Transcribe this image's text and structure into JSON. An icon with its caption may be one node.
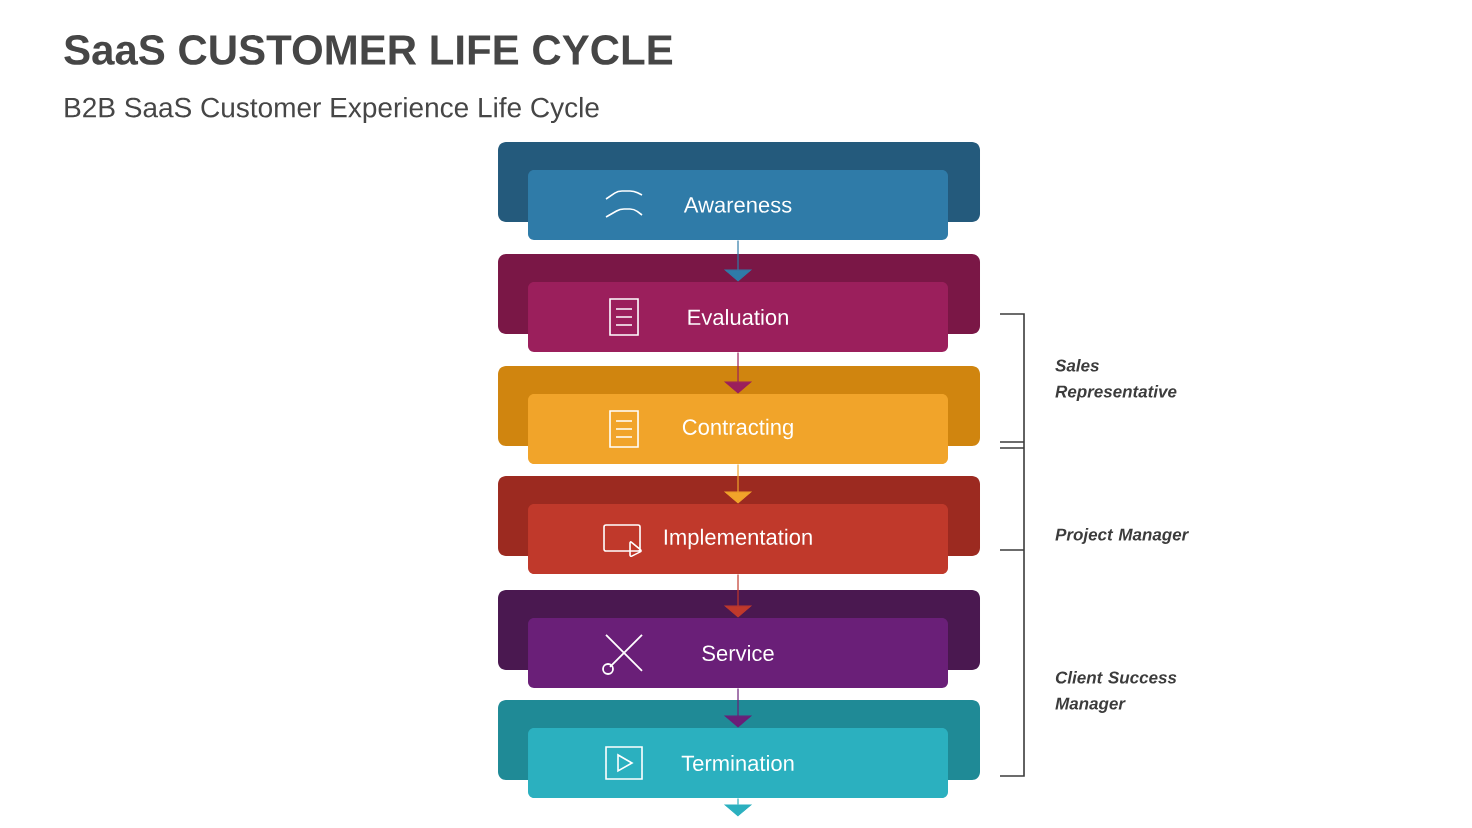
{
  "diagram": {
    "title": "SaaS CUSTOMER LIFE CYCLE",
    "caption": "B2B SaaS Customer Experience Life Cycle",
    "nodes": [
      {
        "text": [
          "Awareness"
        ]
      },
      {
        "text": [
          "Evaluation"
        ]
      },
      {
        "text": [
          "Contracting"
        ]
      },
      {
        "text": [
          "Implementation"
        ]
      },
      {
        "text": [
          "Service"
        ]
      },
      {
        "text": [
          "Termination"
        ]
      }
    ],
    "edges": [
      {
        "from": 0,
        "to": 1,
        "arrow": "to",
        "color": "#2f7ba8"
      },
      {
        "from": 1,
        "to": 2,
        "arrow": "to",
        "color": "#9b1f5c"
      },
      {
        "from": 2,
        "to": 3,
        "arrow": "to",
        "color": "#f1a42a"
      },
      {
        "from": 3,
        "to": 4,
        "arrow": "to",
        "color": "#c0392b"
      },
      {
        "from": 4,
        "to": 5,
        "arrow": "to",
        "color": "#6a1f78"
      },
      {
        "from": 5,
        "to": null,
        "arrow": "to",
        "color": "#2bb0bf"
      }
    ],
    "labels": [
      "Sales Representative",
      "Project Manager",
      "Client Success Manager"
    ]
  }
}
